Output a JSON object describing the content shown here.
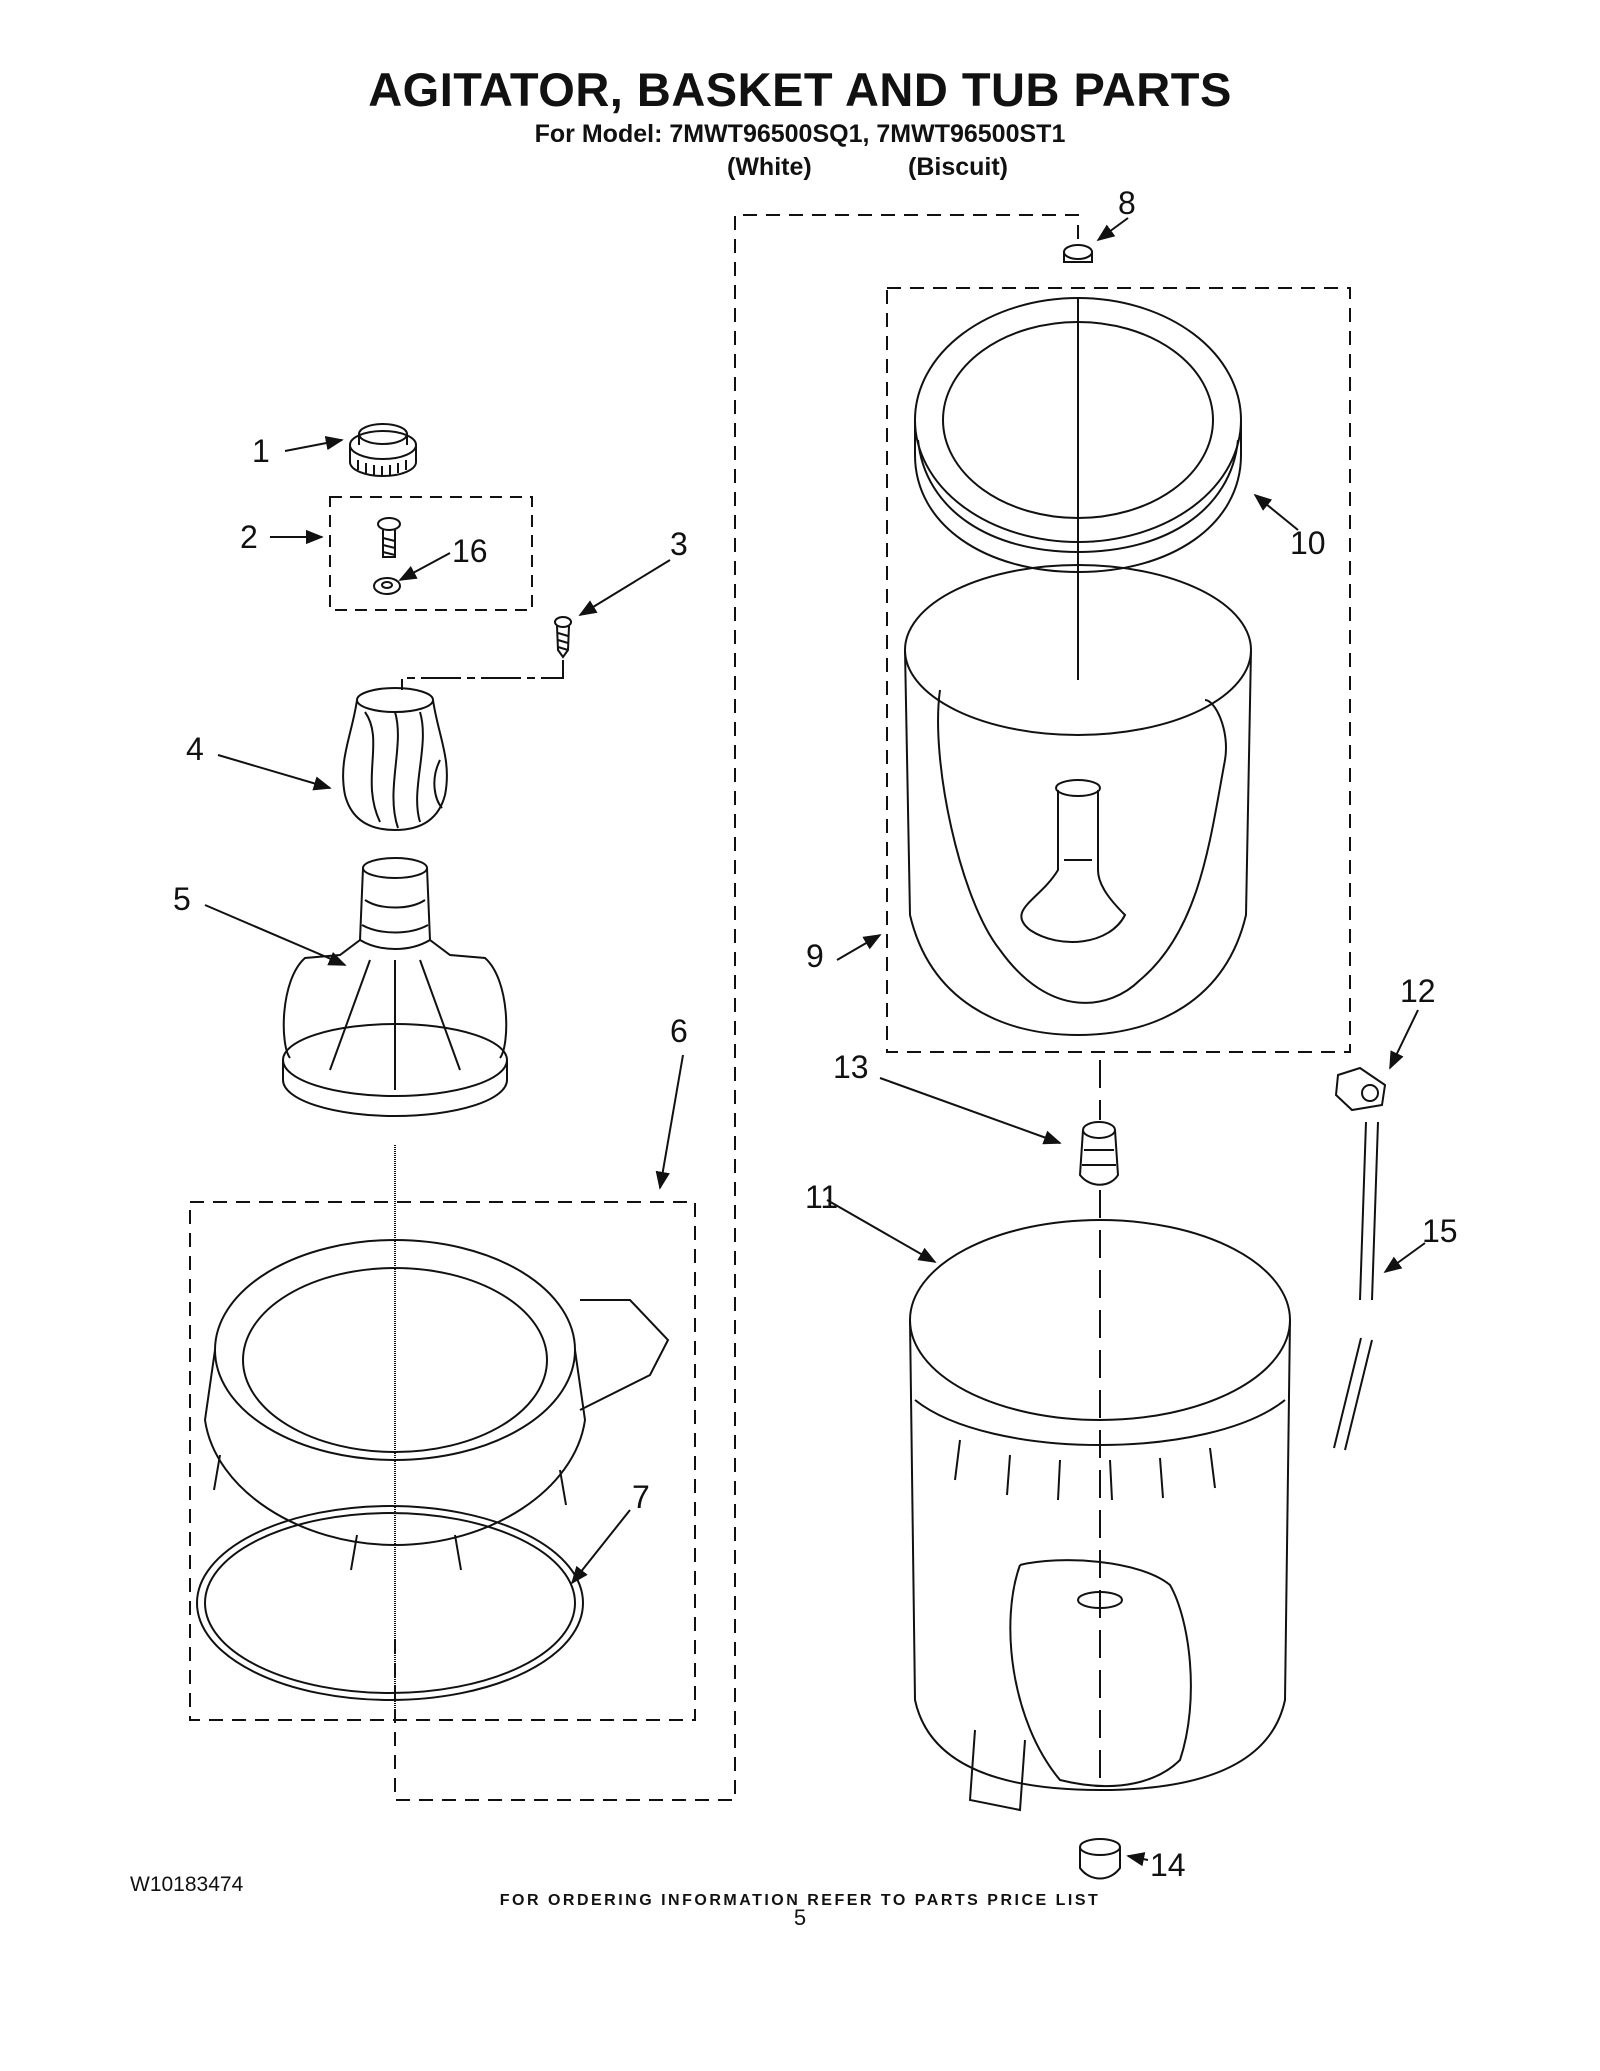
{
  "title": "AGITATOR, BASKET AND TUB PARTS",
  "subtitle": "For Model: 7MWT96500SQ1, 7MWT96500ST1",
  "variants": [
    "(White)",
    "(Biscuit)"
  ],
  "callouts": [
    "1",
    "2",
    "3",
    "4",
    "5",
    "6",
    "7",
    "8",
    "9",
    "10",
    "11",
    "12",
    "13",
    "14",
    "15",
    "16"
  ],
  "footer": {
    "ordering_note": "FOR ORDERING INFORMATION REFER TO PARTS PRICE LIST",
    "document_number": "W10183474",
    "page_number": "5"
  }
}
